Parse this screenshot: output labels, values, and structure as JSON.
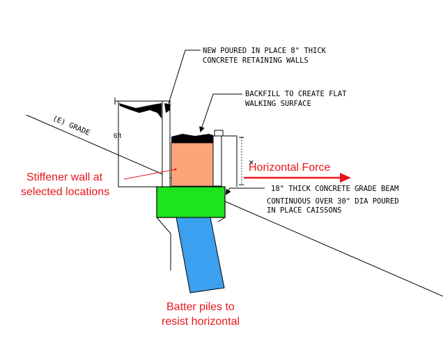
{
  "notes": {
    "retaining_wall_line1": "NEW POURED IN PLACE 8\" THICK",
    "retaining_wall_line2": "CONCRETE RETAINING WALLS",
    "backfill_line1": "BACKFILL TO CREATE FLAT",
    "backfill_line2": "WALKING SURFACE",
    "grade_beam_line1": "18\" THICK CONCRETE GRADE BEAM",
    "grade_beam_line2": "CONTINUOUS OVER 30\" DIA POURED",
    "grade_beam_line3": "IN PLACE CAISSONS"
  },
  "labels": {
    "existing_grade": "(E) GRADE",
    "height": "6ft",
    "stiffener_line1": "Stiffener wall at",
    "stiffener_line2": "selected locations",
    "horizontal_force": "Horizontal Force",
    "batter_line1": "Batter piles to",
    "batter_line2": "resist horizontal"
  },
  "colors": {
    "stiffener_wall": "#fba67a",
    "grade_beam": "#1de41d",
    "batter_pile": "#3ba0ef",
    "annotation_red": "#e8141b"
  }
}
